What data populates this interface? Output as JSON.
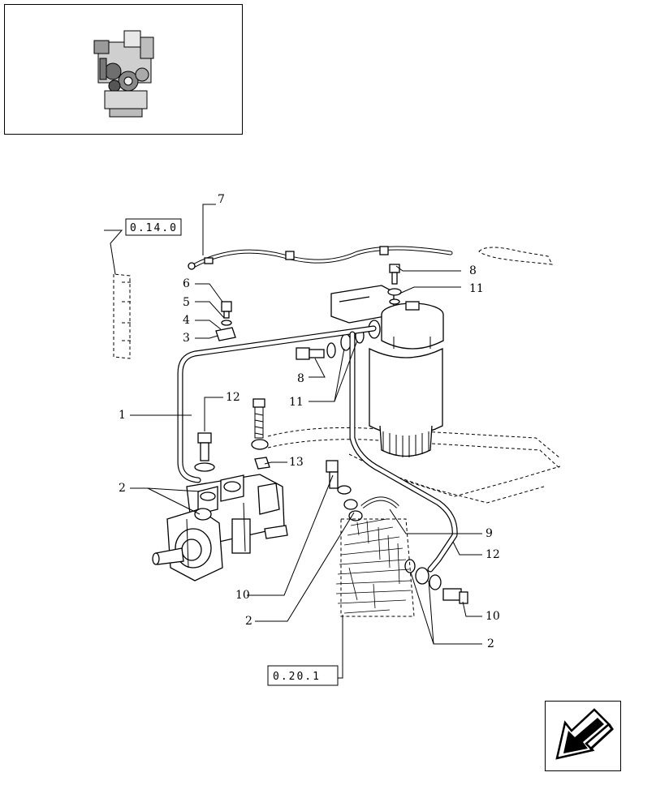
{
  "callouts": {
    "c1": "1",
    "c2a": "2",
    "c2b": "2",
    "c2c": "2",
    "c3": "3",
    "c4": "4",
    "c5": "5",
    "c6": "6",
    "c7": "7",
    "c8a": "8",
    "c8b": "8",
    "c9": "9",
    "c10a": "10",
    "c10b": "10",
    "c11a": "11",
    "c11b": "11",
    "c12a": "12",
    "c12b": "12",
    "c13": "13"
  },
  "references": {
    "ref_top": "0.14.0",
    "ref_bottom": "0.20.1"
  },
  "icons": {
    "thumbnail": "engine-thumbnail-icon",
    "navigation": "previous-page-arrow-icon"
  }
}
